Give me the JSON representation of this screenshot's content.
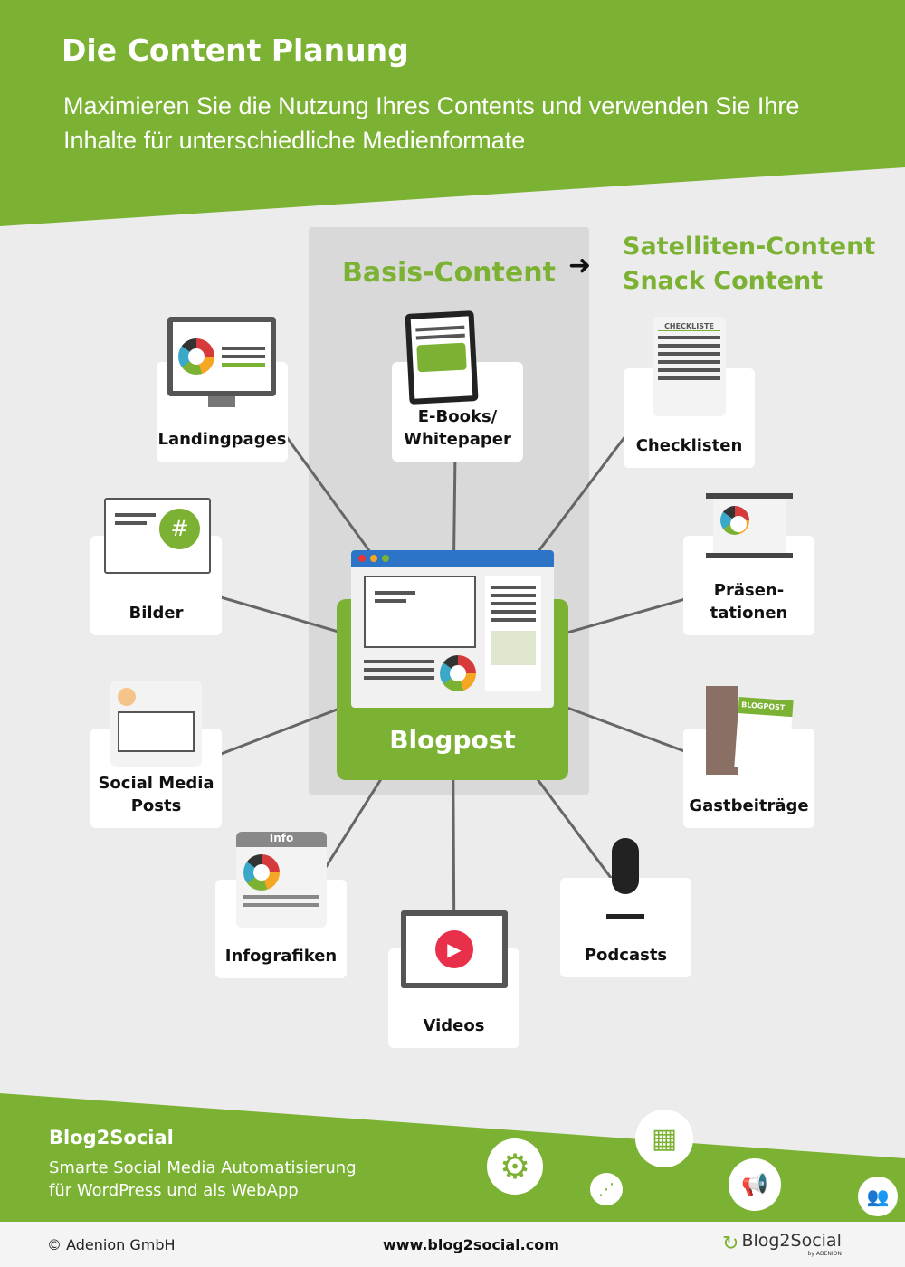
{
  "header": {
    "title": "Die Content Planung",
    "subtitle": "Maximieren Sie die Nutzung Ihres Contents und verwenden Sie Ihre Inhalte für unterschiedliche Medienformate"
  },
  "basis_label": "Basis-Content",
  "satellite": {
    "line1": "Satelliten-Content",
    "line2": "Snack Content"
  },
  "center": {
    "label": "Blogpost"
  },
  "nodes": {
    "landingpages": "Landingpages",
    "ebooks1": "E-Books/",
    "ebooks2": "Whitepaper",
    "checklisten": "Checklisten",
    "checkliste_icon": "CHECKLISTE",
    "bilder": "Bilder",
    "praes1": "Präsen-",
    "praes2": "tationen",
    "social1": "Social Media",
    "social2": "Posts",
    "gast": "Gastbeiträge",
    "gast_icon": "BLOGPOST",
    "infografiken": "Infografiken",
    "info_icon": "Info",
    "videos": "Videos",
    "podcasts": "Podcasts"
  },
  "footer": {
    "brand": "Blog2Social",
    "tagline1": "Smarte Social Media Automatisierung",
    "tagline2": "für WordPress und als WebApp",
    "copyright": "© Adenion GmbH",
    "url": "www.blog2social.com",
    "logo": "Blog2Social",
    "logo_sub": "by ADENION"
  },
  "colors": {
    "green": "#7cb233",
    "blue": "#2b74c8"
  }
}
